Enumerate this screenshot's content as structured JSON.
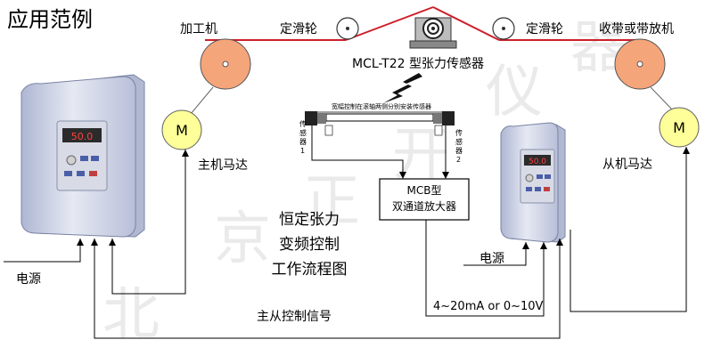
{
  "title": "应用范例",
  "labels": {
    "feed_machine": "加工机",
    "pulley_left": "定滑轮",
    "pulley_right": "定滑轮",
    "rewind_machine": "收带或带放机",
    "sensor_model": "MCL-T22 型张力传感器",
    "main_motor": "主机马达",
    "slave_motor": "从机马达",
    "motor_letter": "M",
    "roller_note": "宽幅控制在滚轴两侧分别安装传感器",
    "sensor1": "传感器1",
    "sensor2": "传感器2",
    "amp_line1": "MCB型",
    "amp_line2": "双通道放大器",
    "diagram_title_lines": [
      "恒定张力",
      "变频控制",
      "工作流程图"
    ],
    "power_left": "电源",
    "power_right": "电源",
    "output_signal": "4~20mA or 0~10V",
    "master_slave_signal": "主从控制信号"
  },
  "watermark": [
    "北",
    "京",
    "正",
    "开",
    "仪",
    "器"
  ],
  "colors": {
    "web_line": "#cc1f2a",
    "roll_fill": "#f5a57a",
    "motor_fill": "#ffff99",
    "wire": "#000000",
    "inverter_body": "#c9d0e6",
    "display": "#d83030"
  }
}
